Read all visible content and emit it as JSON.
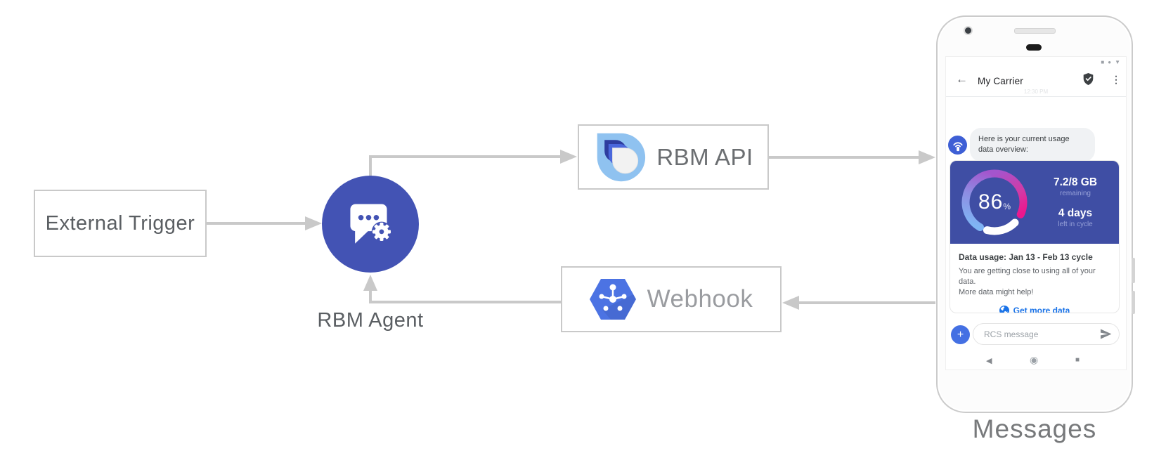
{
  "diagram": {
    "external_trigger": {
      "label": "External Trigger"
    },
    "rbm_agent": {
      "label": "RBM Agent"
    },
    "rbm_api": {
      "label": "RBM API"
    },
    "webhook": {
      "label": "Webhook"
    },
    "colors": {
      "agent_circle": "#4353B4",
      "arrow_gray": "#C9C9C9",
      "hexagon_blue": "#4C73E3",
      "logo_light_blue": "#8FC2F0",
      "logo_dark_blue": "#2E3D9F",
      "logo_mid_blue": "#4A67DC"
    }
  },
  "phone": {
    "status_icons": [
      {
        "name": "square-status-icon",
        "glyph": "■"
      },
      {
        "name": "dot-status-icon",
        "glyph": "●"
      },
      {
        "name": "triangle-status-icon",
        "glyph": "▼"
      }
    ],
    "header": {
      "back_glyph": "←",
      "title": "My Carrier",
      "menu_glyph": "⋮",
      "timestamp": "12:30 PM"
    },
    "conversation": {
      "agent_message": "Here is your current usage data overview:",
      "card": {
        "gauge_percent": "86",
        "gauge_unit": "%",
        "stats": [
          {
            "value": "7.2/8 GB",
            "caption": "remaining"
          },
          {
            "value": "4 days",
            "caption": "left in cycle"
          }
        ],
        "title": "Data usage: Jan 13 - Feb 13 cycle",
        "body_line1": "You are getting close to using all of your data.",
        "body_line2": "More data might help!",
        "action_label": "Get more data"
      }
    },
    "composer": {
      "plus_glyph": "+",
      "placeholder": "RCS message"
    },
    "nav": [
      {
        "name": "back",
        "glyph": "◀"
      },
      {
        "name": "home",
        "glyph": "◉"
      },
      {
        "name": "recents",
        "glyph": "■"
      }
    ],
    "caption": "Messages",
    "colors": {
      "card_header_blue": "#3F4EA4",
      "gauge_start": "#7FB5F4",
      "gauge_mid": "#A455CD",
      "gauge_end": "#ED168D",
      "link_blue": "#1A73E8",
      "avatar_blue": "#3E5FD5",
      "plus_button_blue": "#4470E3"
    }
  }
}
